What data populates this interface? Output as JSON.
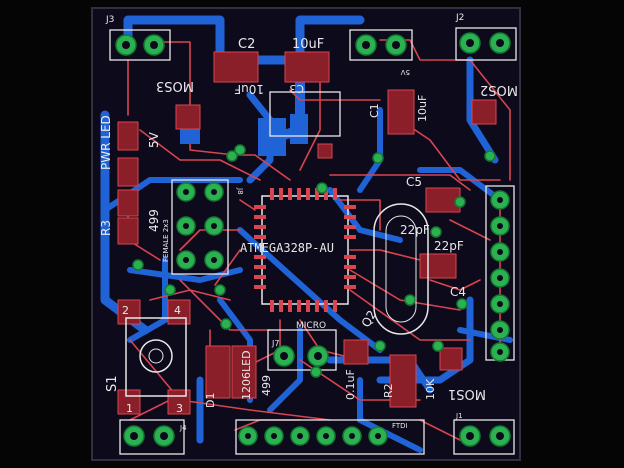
{
  "labels": {
    "j3": "J3",
    "j2": "J2",
    "c2": "C2",
    "c2_value": "10uF",
    "c3_value": "10uF",
    "c3": "C3",
    "mos3": "MOS3",
    "mos2": "MOS2",
    "c1": "C1",
    "c1_value": "10uF",
    "v5_small": "5V",
    "pwr_led": "PWR LED",
    "v5": "5V",
    "r3": "R3",
    "r3_value": "499",
    "female_2x3": "FEMALE 2x3",
    "j8": "J8",
    "c5": "C5",
    "c5_value": "22pF",
    "c4_value": "22pF",
    "c4": "C4",
    "mcu": "ATMEGA328P-AU",
    "micro": "MICRO",
    "q2": "Q2",
    "pin2": "2",
    "pin4": "4",
    "pin1": "1",
    "pin3": "3",
    "s1": "S1",
    "d1": "D1",
    "d1_led": "1206LED",
    "r_499": "499",
    "j7": "J7",
    "c_0_1uf": "0.1uF",
    "r2": "R2",
    "r2_value": "10K",
    "mos1": "MOS1",
    "j4": "J4",
    "ftdi": "FTDI",
    "j1": "J1"
  },
  "colors": {
    "background": "#050505",
    "board": "#0d0a1c",
    "top_copper": "#d8454e",
    "bottom_copper": "#1f63d6",
    "pad": "#8a1f2a",
    "via": "#2bb14f",
    "silkscreen": "#e8e8e8"
  }
}
